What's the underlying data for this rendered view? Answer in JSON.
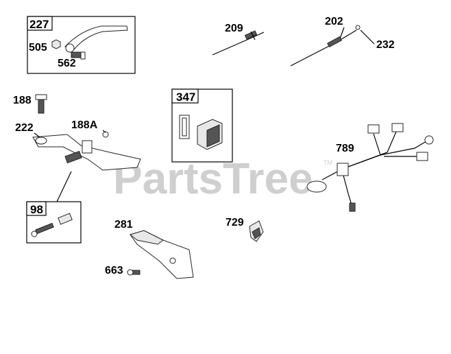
{
  "watermark": {
    "text": "PartsTree",
    "trademark": "TM"
  },
  "callouts": {
    "c227": "227",
    "c505": "505",
    "c562": "562",
    "c209": "209",
    "c202": "202",
    "c232": "232",
    "c188": "188",
    "c222": "222",
    "c188A": "188A",
    "c347": "347",
    "c789": "789",
    "c98": "98",
    "c281": "281",
    "c729": "729",
    "c663": "663"
  }
}
